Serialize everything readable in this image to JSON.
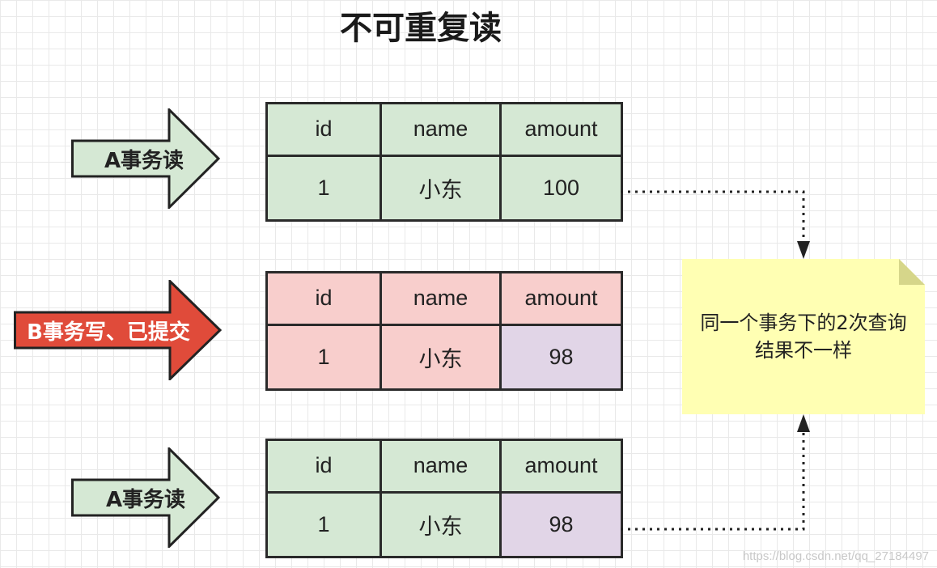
{
  "title": "不可重复读",
  "arrows": [
    {
      "label": "A事务读",
      "fill": "#d5e8d4",
      "text_color": "#222222"
    },
    {
      "label": "B事务写、已提交",
      "fill": "#e04b3a",
      "text_color": "#ffffff"
    },
    {
      "label": "A事务读",
      "fill": "#d5e8d4",
      "text_color": "#222222"
    }
  ],
  "tables": [
    {
      "headers": [
        "id",
        "name",
        "amount"
      ],
      "row": [
        "1",
        "小东",
        "100"
      ]
    },
    {
      "headers": [
        "id",
        "name",
        "amount"
      ],
      "row": [
        "1",
        "小东",
        "98"
      ]
    },
    {
      "headers": [
        "id",
        "name",
        "amount"
      ],
      "row": [
        "1",
        "小东",
        "98"
      ]
    }
  ],
  "note": {
    "text": "同一个事务下的2次查询结果不一样",
    "fill": "#ffffb3"
  },
  "colors": {
    "green": "#d5e8d4",
    "pink": "#f8cecc",
    "purple": "#e1d5e7",
    "red": "#e04b3a"
  },
  "watermark": "https://blog.csdn.net/qq_27184497"
}
